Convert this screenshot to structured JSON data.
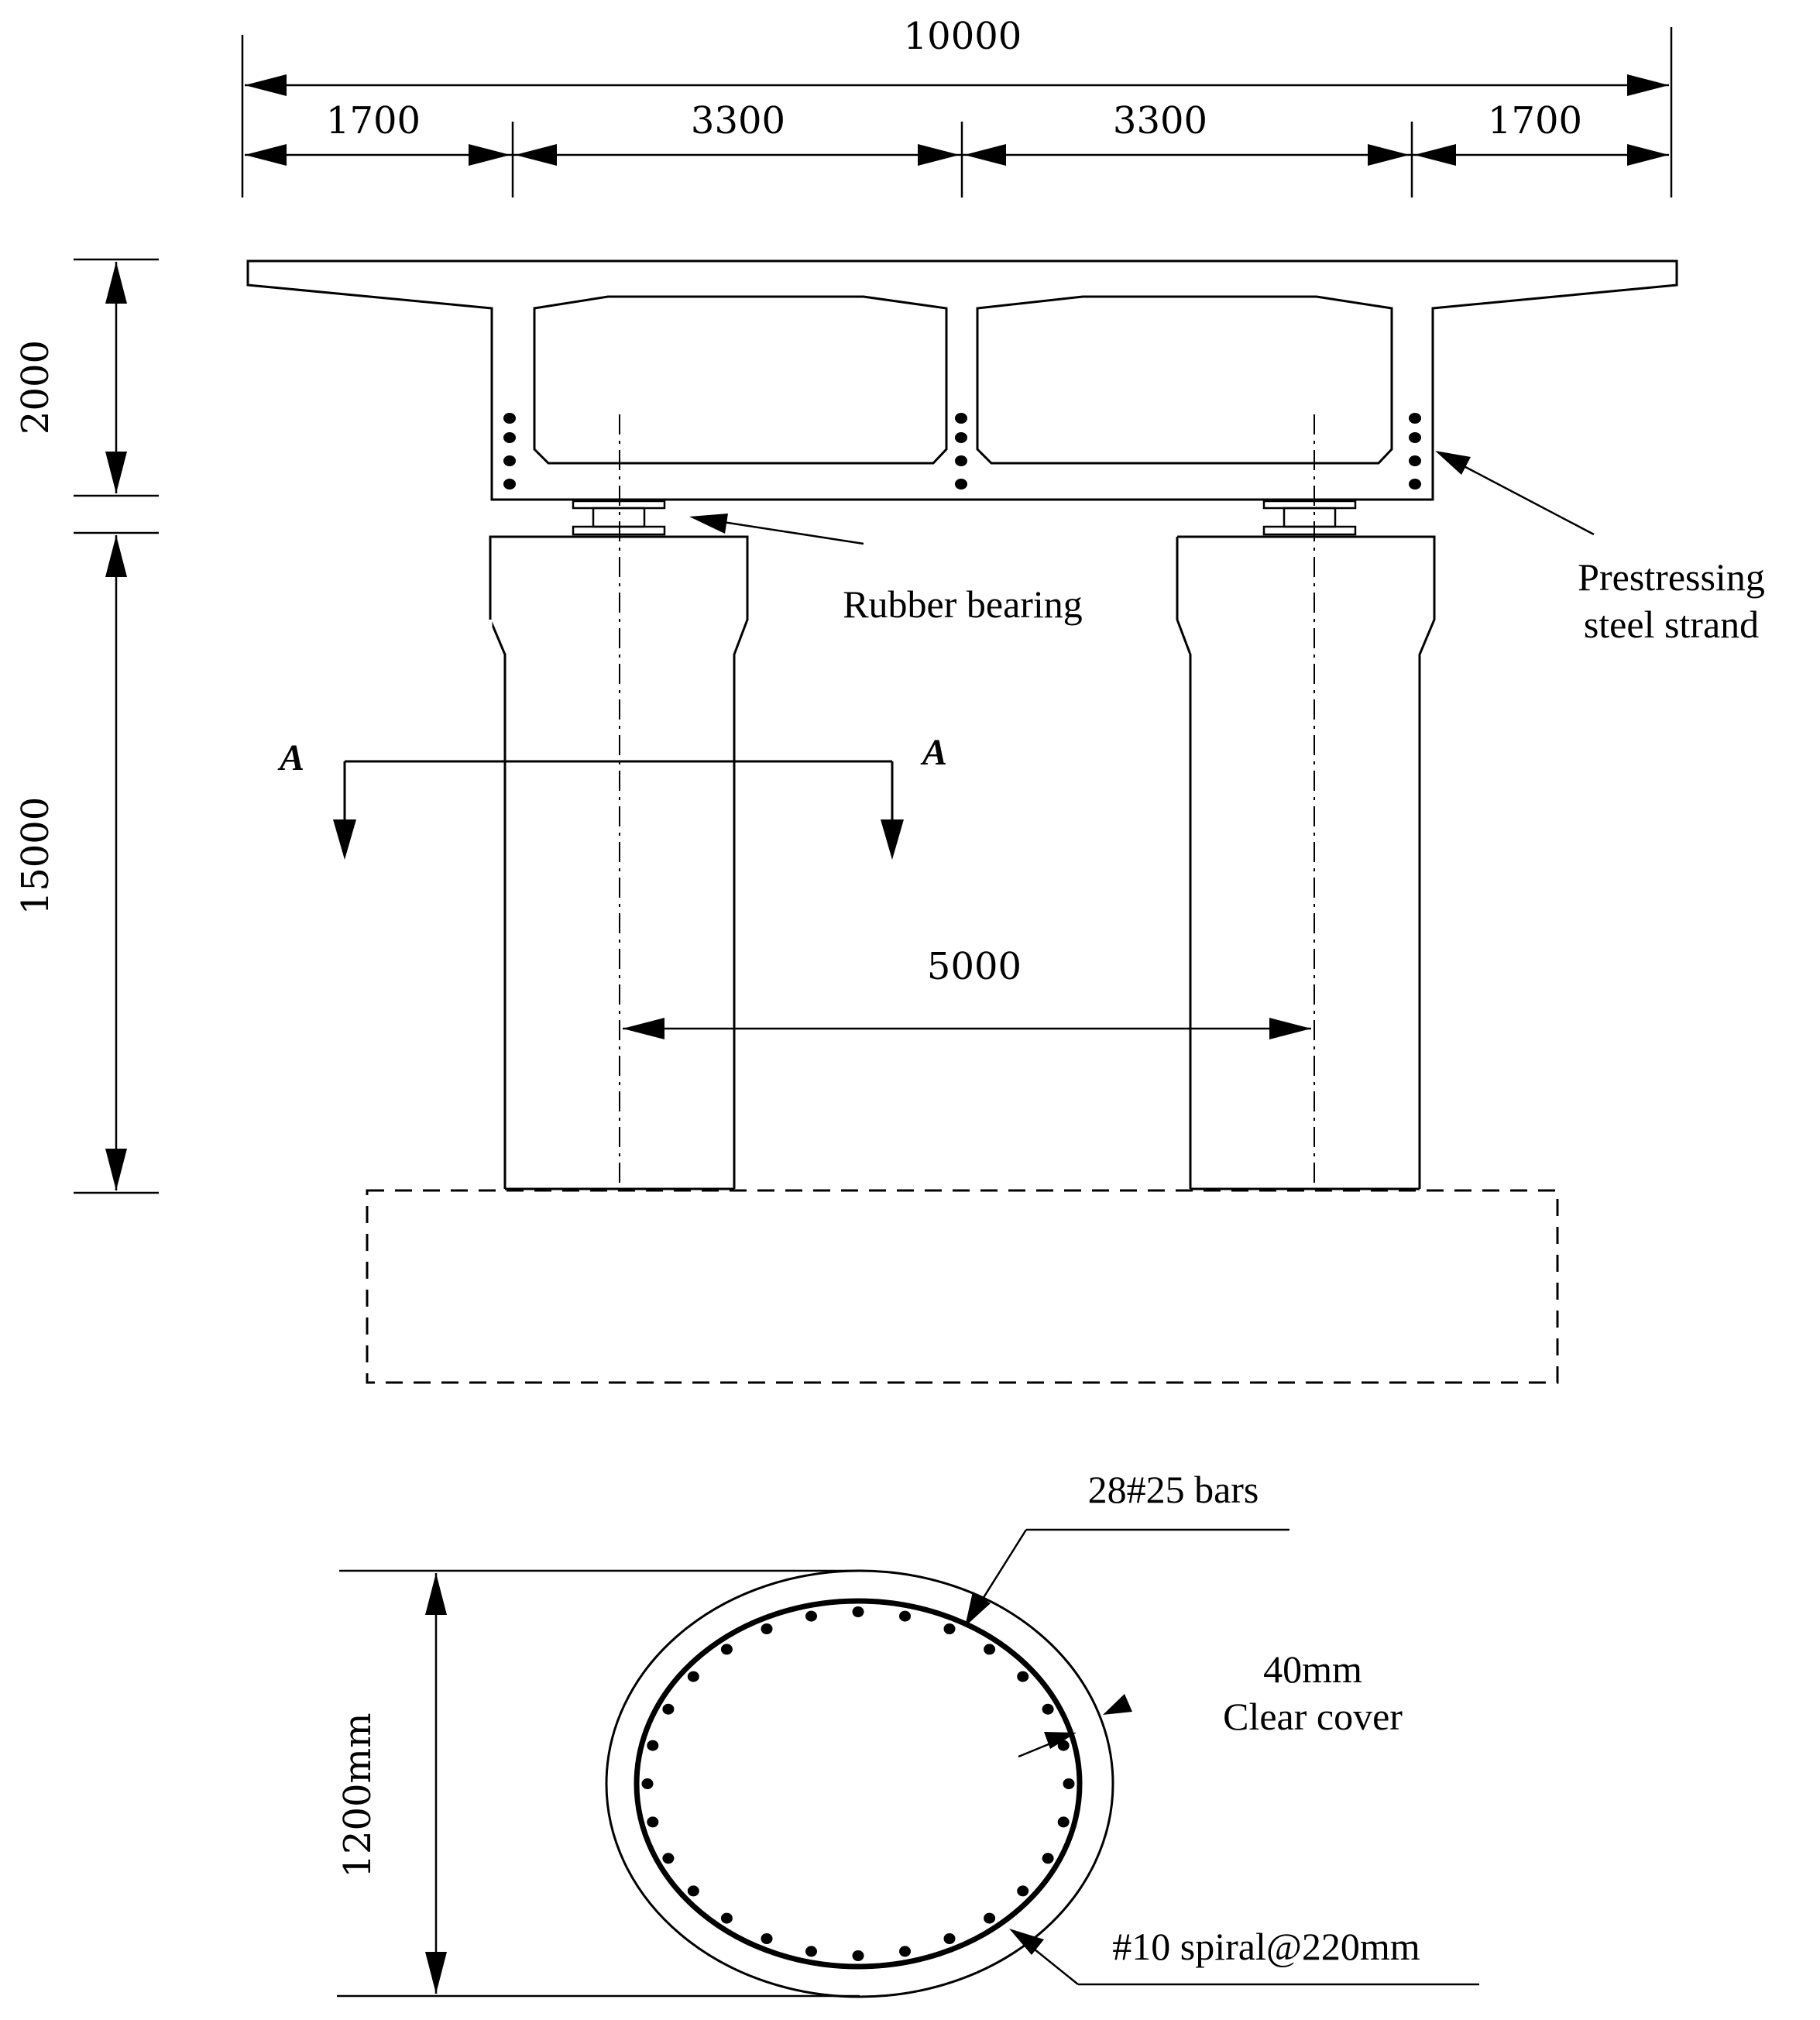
{
  "dimensions": {
    "overall_width": "10000",
    "cantilever_left": "1700",
    "cell_left": "3300",
    "cell_right": "3300",
    "cantilever_right": "1700",
    "girder_depth": "2000",
    "pier_height": "15000",
    "column_spacing": "5000",
    "column_diameter": "1200mm"
  },
  "labels": {
    "rubber_bearing": "Rubber bearing",
    "prestressing_line1": "Prestressing",
    "prestressing_line2": "steel strand",
    "section_mark_left": "A",
    "section_mark_right": "A"
  },
  "section_details": {
    "longitudinal_bars": "28#25 bars",
    "cover_line1": "40mm",
    "cover_line2": "Clear cover",
    "spiral": "#10 spiral@220mm"
  },
  "rebar_count": 28
}
